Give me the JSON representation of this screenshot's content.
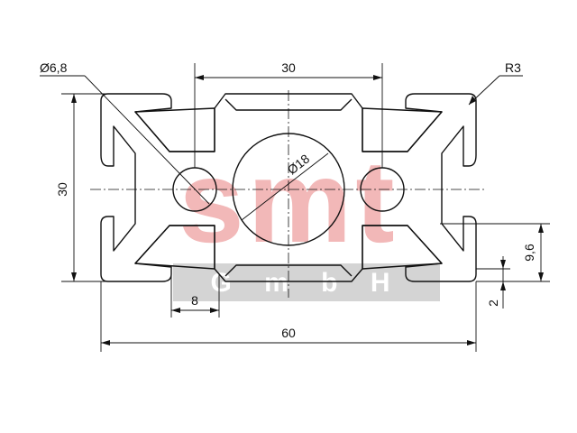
{
  "watermark": {
    "brand": "smt",
    "sub": "G m b H",
    "brand_color": "#f2b8b8",
    "band_color": "#d4d4d4"
  },
  "dimensions": {
    "hole_small": "Ø6,8",
    "width_top": "30",
    "radius": "R3",
    "height_left": "30",
    "hole_center": "Ø18",
    "height_right": "9,6",
    "slot_width": "8",
    "overall_width": "60",
    "wall": "2"
  },
  "colors": {
    "outline": "#111111"
  }
}
